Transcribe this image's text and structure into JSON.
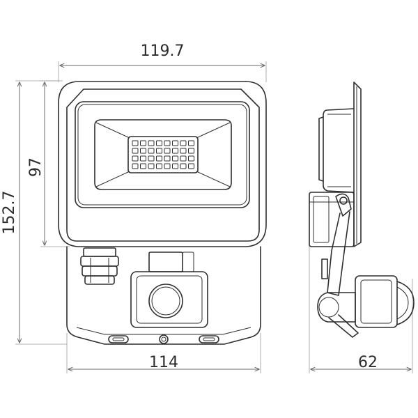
{
  "dimensions": {
    "top_width": "119.7",
    "bottom_width": "114",
    "side_depth": "62",
    "panel_height": "97",
    "total_height": "152.7"
  },
  "colors": {
    "line": "#2e2e2e",
    "dimension_line": "#6a6a6a",
    "background": "#ffffff"
  }
}
